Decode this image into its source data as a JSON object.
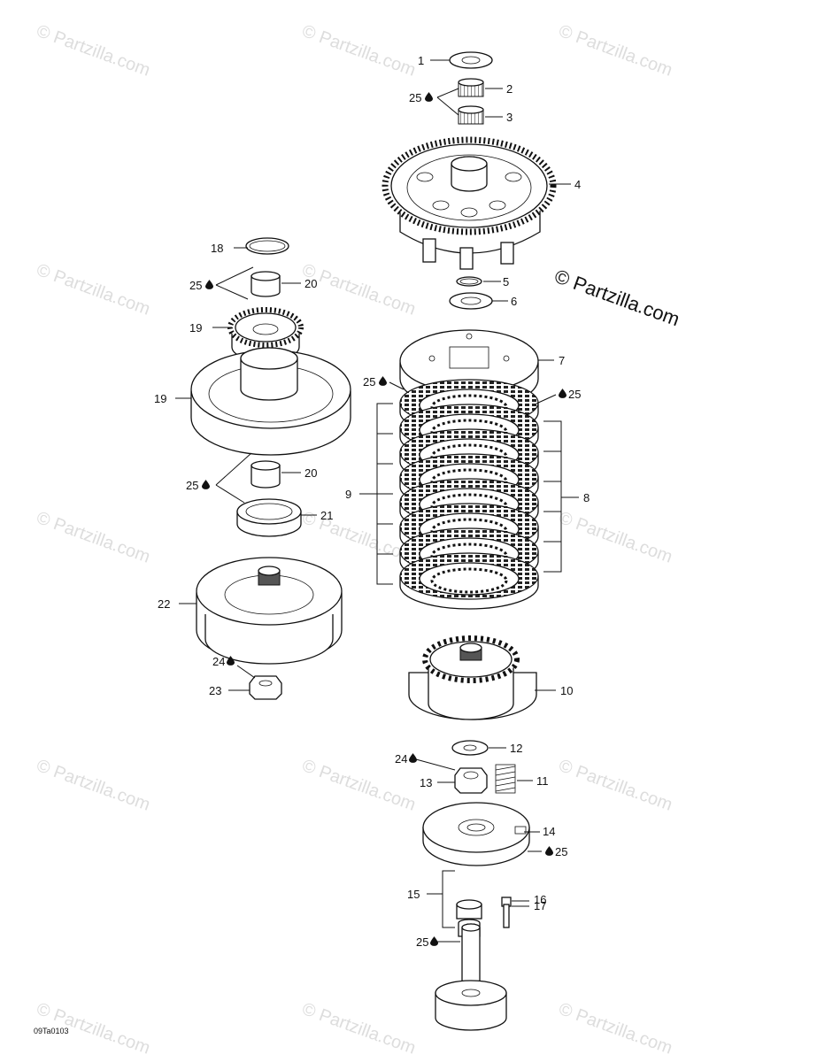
{
  "copyright": "© Partzilla.com",
  "watermark": "© Partzilla.com",
  "diagram_code": "09Ta0103",
  "callouts": {
    "c1": "1",
    "c2": "2",
    "c3": "3",
    "c4": "4",
    "c5": "5",
    "c6": "6",
    "c7": "7",
    "c8": "8",
    "c9": "9",
    "c10": "10",
    "c11": "11",
    "c12": "12",
    "c13": "13",
    "c14": "14",
    "c15": "15",
    "c16": "16",
    "c17": "17",
    "c18": "18",
    "c19a": "19",
    "c19b": "19",
    "c20a": "20",
    "c20b": "20",
    "c21": "21",
    "c22": "22",
    "c23": "23",
    "c24a": "24",
    "c24b": "24",
    "c25a": "25",
    "c25b": "25",
    "c25c": "25",
    "c25d": "25",
    "c25e": "25",
    "c25f": "25",
    "c25g": "25"
  }
}
